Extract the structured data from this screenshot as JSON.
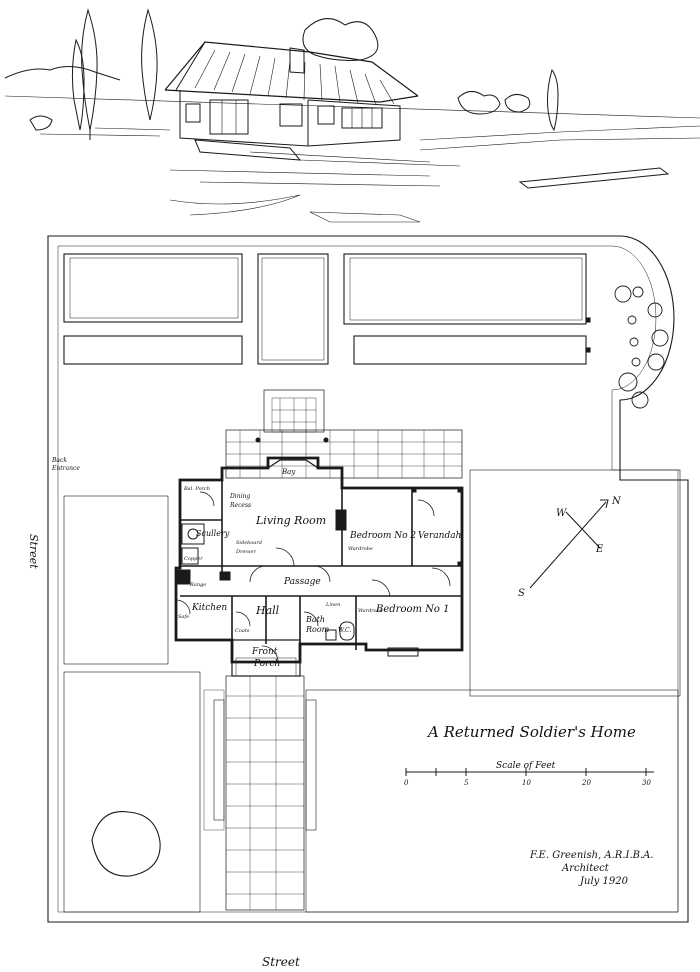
{
  "title": "A Returned Soldier's Home",
  "scale": {
    "label": "Scale of Feet",
    "ticks": [
      "0",
      "5",
      "10",
      "20",
      "30"
    ]
  },
  "signature": {
    "name": "F.E. Greenish, A.R.I.B.A.",
    "role": "Architect",
    "date": "July 1920"
  },
  "street_labels": {
    "left": "Street",
    "bottom": "Street"
  },
  "compass": {
    "north": "N",
    "south": "S",
    "east": "E",
    "west": "W"
  },
  "labels": {
    "back_entrance_1": "Back",
    "back_entrance_2": "Entrance",
    "bay": "Bay",
    "living_room": "Living Room",
    "inglenook_1": "Dining",
    "inglenook_2": "Recess",
    "scullery": "Scullery",
    "bath_porch": "Bal. Porch",
    "sideboard": "Sideboard",
    "dresser": "Dresser",
    "copper": "Copper",
    "range": "Range",
    "passage": "Passage",
    "kitchen": "Kitchen",
    "safe": "Safe",
    "hall": "Hall",
    "coats": "Coats",
    "linen": "Linen",
    "bath_room_1": "Bath",
    "bath_room_2": "Room",
    "wc": "W.C.",
    "bedroom1": "Bedroom No 1",
    "bedroom2": "Bedroom No 2",
    "verandah": "Verandah",
    "wardrobe_1": "Wardrobe",
    "wardrobe_2": "Wardrobe",
    "front_porch_1": "Front",
    "front_porch_2": "Porch"
  }
}
